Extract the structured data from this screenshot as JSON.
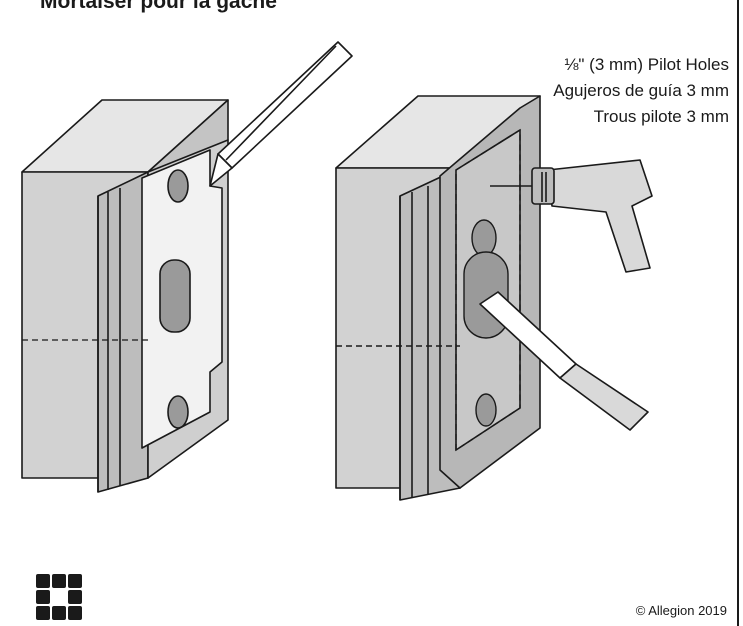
{
  "title": "Mortaiser pour la gâche",
  "pilot_holes": {
    "english": "⅛\" (3 mm) Pilot Holes",
    "spanish": "Agujeros de guía 3 mm",
    "french": "Trous pilote 3 mm"
  },
  "copyright": "© Allegion 2019",
  "icons": [
    "pencil-icon",
    "drill-icon",
    "chisel-icon",
    "allegion-logo-icon"
  ],
  "colors": {
    "wood": "#d2d2d2",
    "wood_dark": "#b7b7b7",
    "recess": "#9a9a9a",
    "metal": "#f2f2f2",
    "line": "#1a1a1a"
  }
}
